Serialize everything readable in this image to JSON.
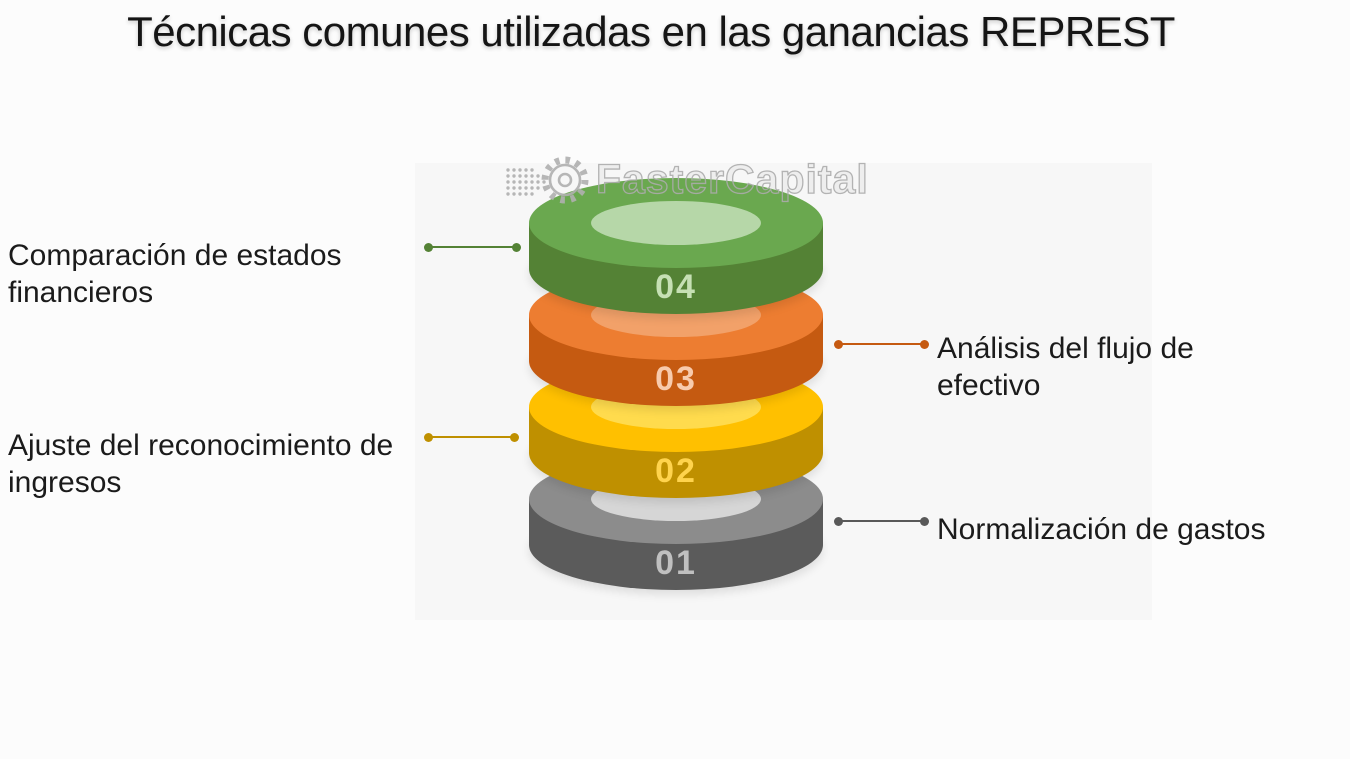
{
  "title": "Técnicas comunes utilizadas en las ganancias REPREST",
  "watermark": {
    "brand": "FasterCapital",
    "icon": "gear-icon"
  },
  "background": {
    "page_color": "#fcfcfc",
    "panel_color": "#f8f8f8"
  },
  "diagram": {
    "type": "stacked-cylinder-levels",
    "levels": [
      {
        "number": "04",
        "label": "Comparación de estados financieros",
        "label_side": "left",
        "colors": {
          "top": "#6AA84F",
          "side": "#548235",
          "highlight": "#B6D7A8",
          "number": "#C6E0B4",
          "connector": "#548235"
        }
      },
      {
        "number": "03",
        "label": "Análisis del flujo de efectivo",
        "label_side": "right",
        "colors": {
          "top": "#ED7D31",
          "side": "#C55A11",
          "highlight": "#F2A169",
          "number": "#F8CBAD",
          "connector": "#C55A11"
        }
      },
      {
        "number": "02",
        "label": "Ajuste del reconocimiento de ingresos",
        "label_side": "left",
        "colors": {
          "top": "#FFC000",
          "side": "#BF9000",
          "highlight": "#FFDB4D",
          "number": "#FFD34D",
          "connector": "#BF9000"
        }
      },
      {
        "number": "01",
        "label": "Normalización de gastos",
        "label_side": "right",
        "colors": {
          "top": "#8C8C8C",
          "side": "#5B5B5B",
          "highlight": "#D6D6D6",
          "number": "#C0C0C0",
          "connector": "#595959"
        }
      }
    ]
  }
}
